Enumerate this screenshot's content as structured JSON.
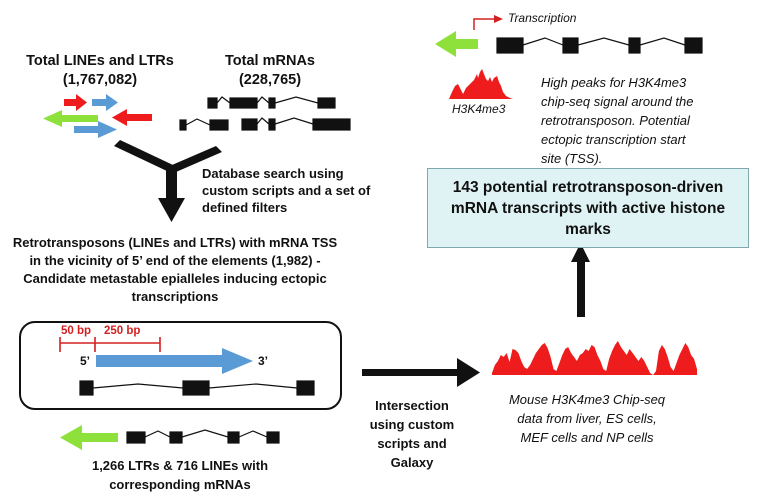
{
  "inputs": {
    "retro_title": "Total LINEs and LTRs",
    "retro_count": "(1,767,082)",
    "mrna_title": "Total mRNAs",
    "mrna_count": "(228,765)"
  },
  "step1": {
    "label_lines": [
      "Database search using",
      "custom scripts and a set of",
      "defined filters"
    ]
  },
  "candidates": {
    "lines": [
      "Retrotransposons (LINEs and LTRs) with mRNA TSS",
      "in the vicinity of 5’ end of the elements (1,982) -",
      "Candidate metastable epialleles inducing ectopic",
      "transcriptions"
    ]
  },
  "tss_window": {
    "upstream_label": "50 bp",
    "downstream_label": "250 bp",
    "five_prime": "5’",
    "three_prime": "3’"
  },
  "matched": {
    "lines": [
      "1,266 LTRs & 716 LINEs with",
      "corresponding mRNAs"
    ]
  },
  "step2": {
    "label_lines": [
      "Intersection",
      "using custom",
      "scripts and",
      "Galaxy"
    ]
  },
  "chipseq": {
    "caption_lines": [
      "Mouse H3K4me3 Chip-seq",
      "data from liver, ES cells,",
      "MEF cells and NP cells"
    ]
  },
  "top_example": {
    "transcription_label": "Transcription",
    "mark_label": "H3K4me3",
    "note_lines": [
      "High peaks for H3K4me3",
      "chip-seq signal around the",
      "retrotransposon. Potential",
      "ectopic transcription start",
      "site (TSS)."
    ]
  },
  "result": {
    "lines": [
      "143 potential retrotransposon-driven",
      "mRNA transcripts with active histone",
      "marks"
    ]
  },
  "colors": {
    "red": "#ee1c1c",
    "blue": "#5b9bd5",
    "green": "#8ee03a",
    "black": "#111111",
    "result_fill": "#dff2f4",
    "result_border": "#7fa8b3"
  }
}
